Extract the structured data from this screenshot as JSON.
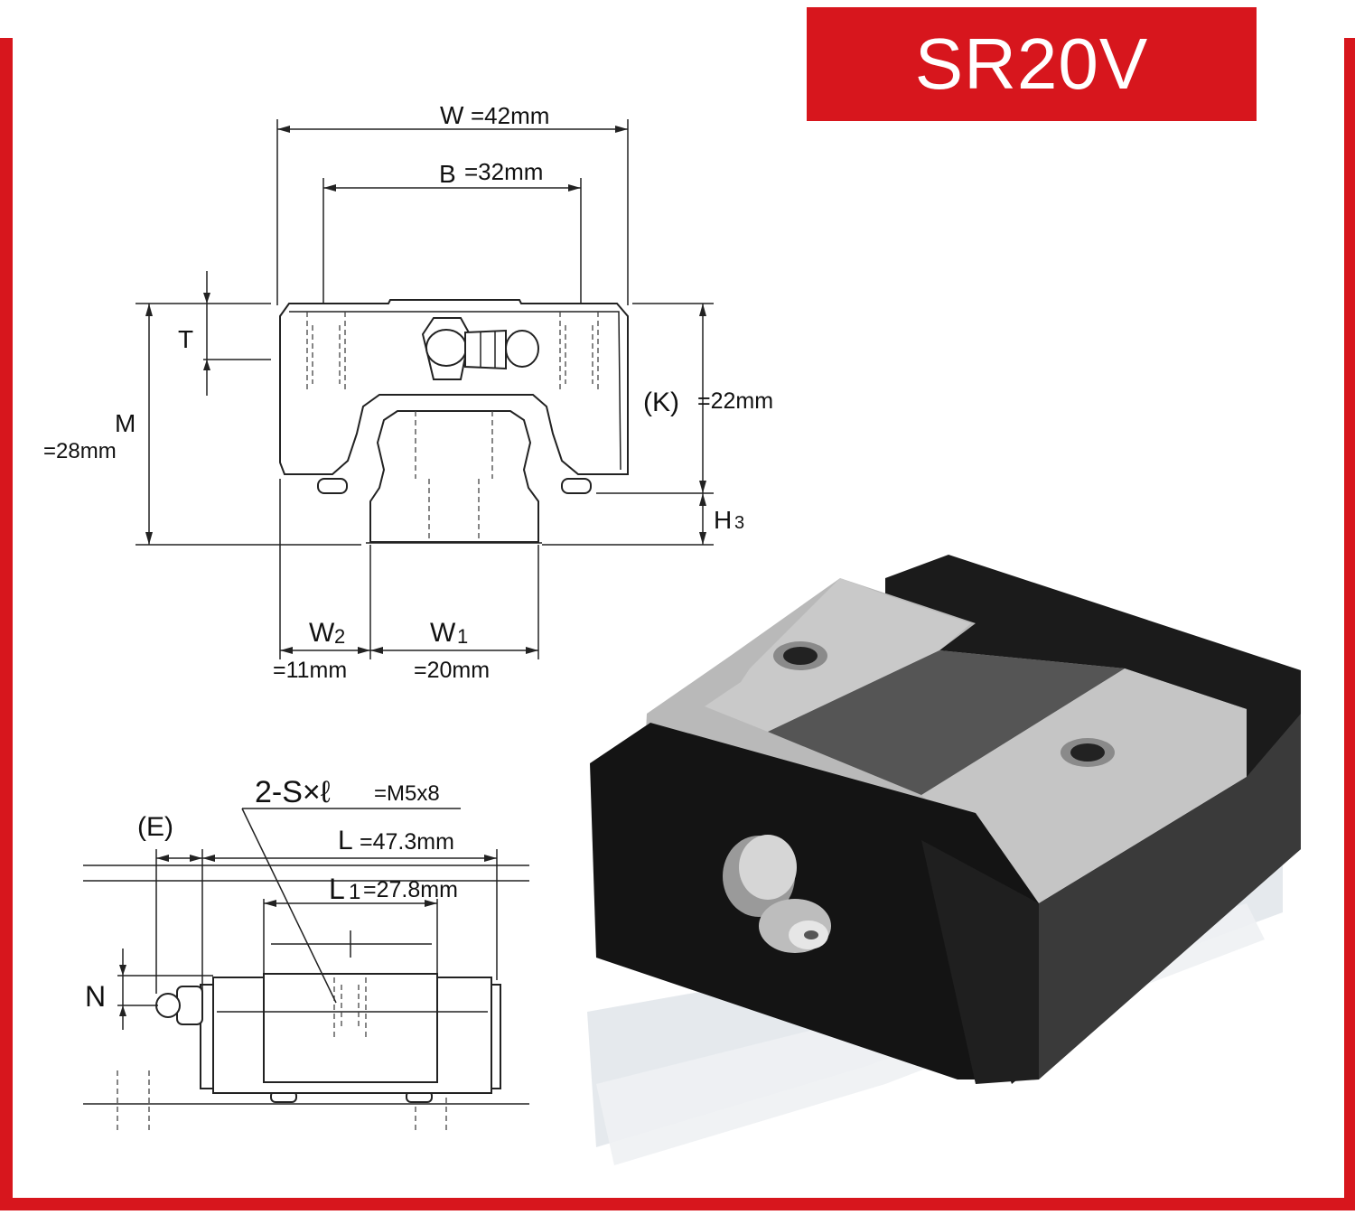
{
  "title": "SR20V",
  "colors": {
    "accent": "#d7161d",
    "block": "#1b1b1b",
    "plate": "#b9b9b9"
  },
  "front_view": {
    "W": "W",
    "W_value": "=42mm",
    "B": "B",
    "B_value": "=32mm",
    "T": "T",
    "M": "M",
    "M_value": "=28mm",
    "K": "(K)",
    "K_value": "=22mm",
    "H3": "H",
    "H3_sub": "3",
    "W2": "W",
    "W2_sub": "2",
    "W2_value": "=11mm",
    "W1": "W",
    "W1_sub": "1",
    "W1_value": "=20mm"
  },
  "side_view": {
    "screw": "2-S×ℓ",
    "screw_value": "=M5x8",
    "E": "(E)",
    "L": "L",
    "L_value": "=47.3mm",
    "L1": "L",
    "L1_sub": "1",
    "L1_value": "=27.8mm",
    "N": "N"
  }
}
